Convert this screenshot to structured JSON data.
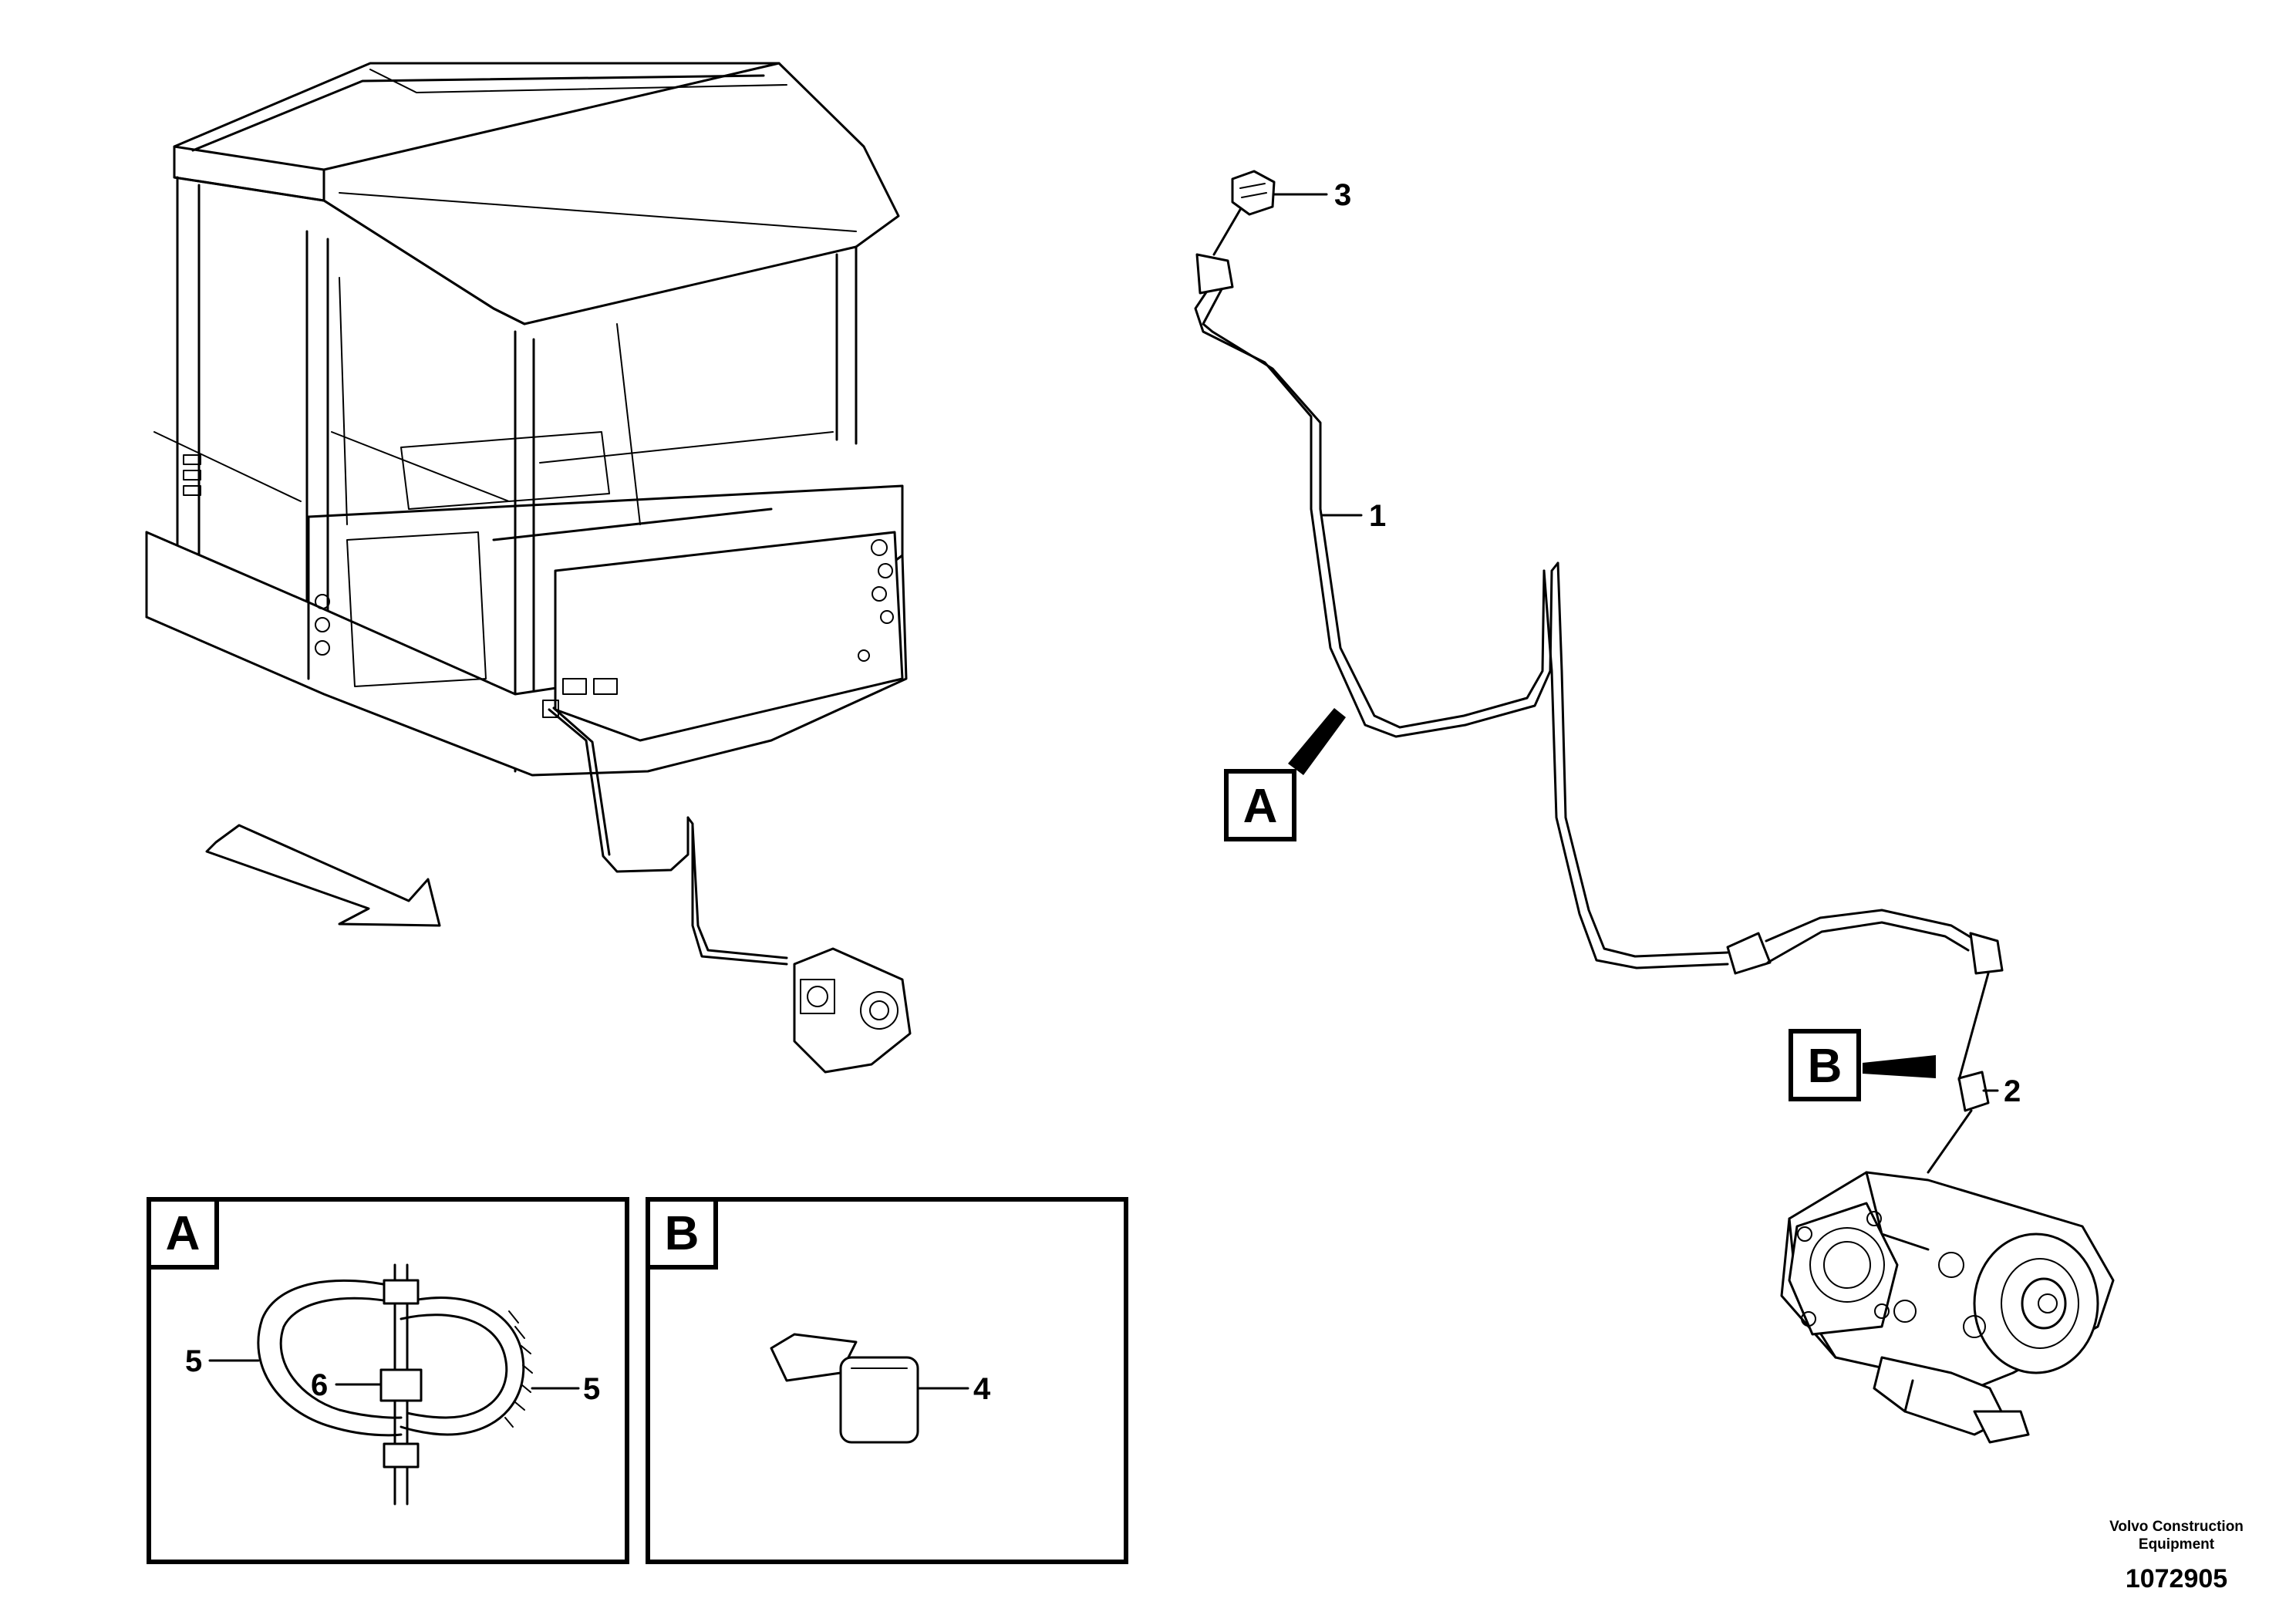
{
  "callouts": {
    "c1": "1",
    "c2": "2",
    "c3": "3",
    "c4": "4",
    "c5a": "5",
    "c5b": "5",
    "c6": "6"
  },
  "view_labels": {
    "main_a": "A",
    "main_b": "B",
    "detail_a": "A",
    "detail_b": "B"
  },
  "footer": {
    "brand": "Volvo Construction",
    "brand_line2": "Equipment",
    "part_number": "1072905"
  }
}
